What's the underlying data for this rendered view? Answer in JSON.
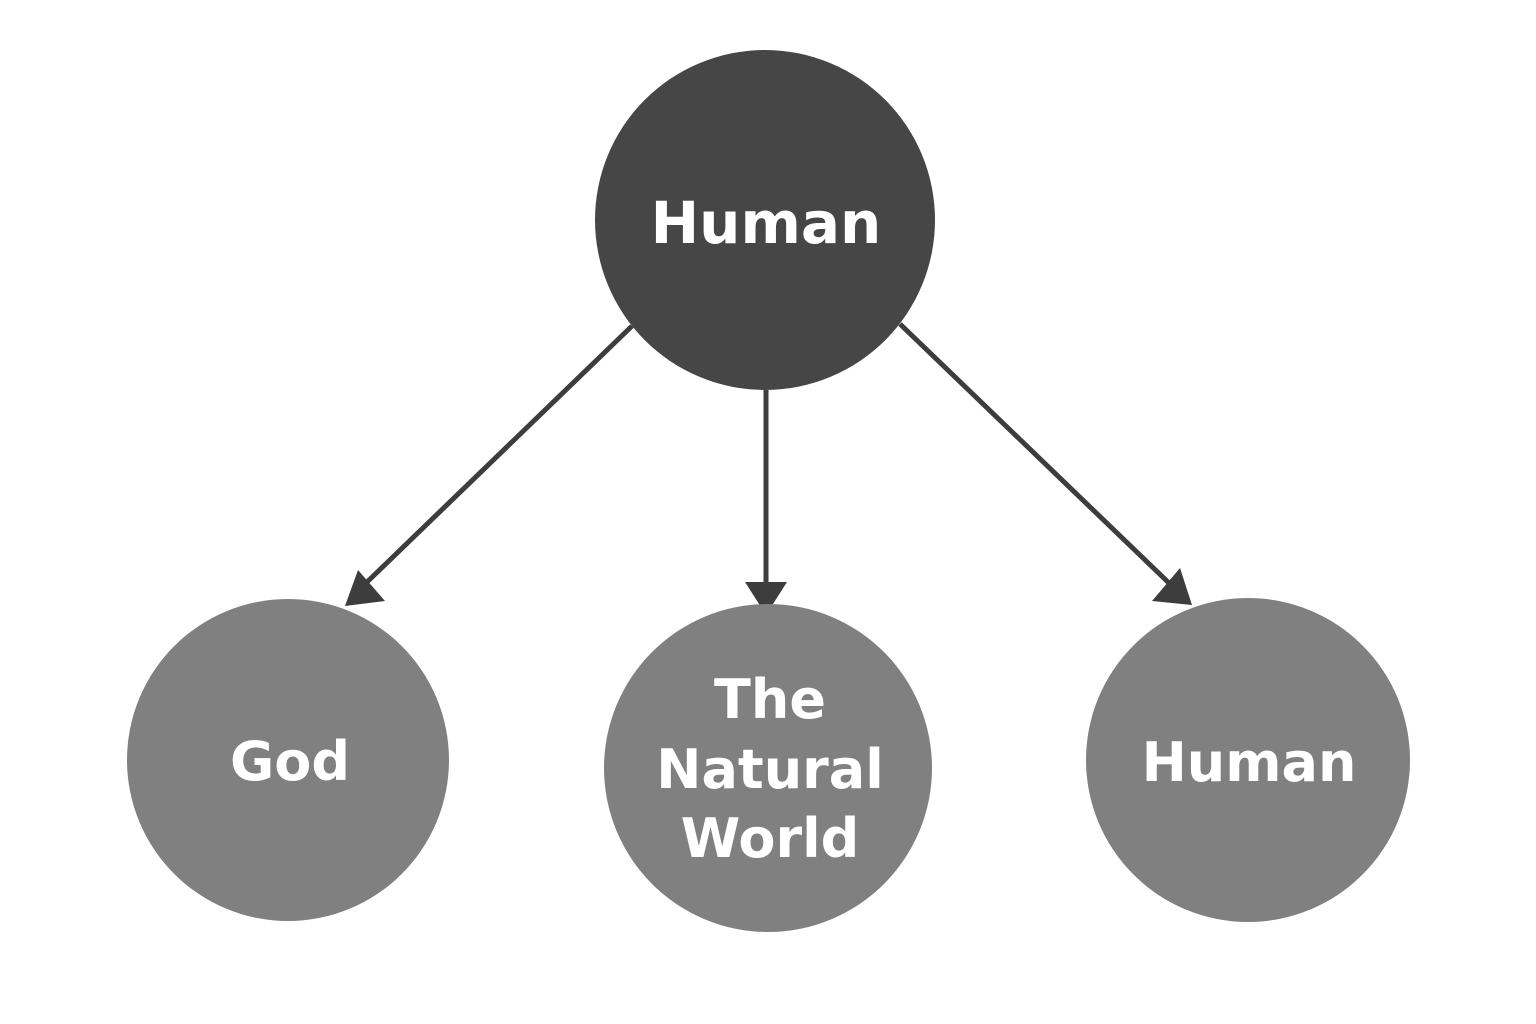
{
  "colors": {
    "root": "#464646",
    "child": "#808080",
    "edge": "#3d3d3d",
    "text": "#ffffff"
  },
  "nodes": {
    "root": {
      "label": "Human"
    },
    "god": {
      "label": "God"
    },
    "natural": {
      "lines": [
        "The",
        "Natural",
        "World"
      ]
    },
    "human2": {
      "label": "Human"
    }
  },
  "edges": [
    {
      "from": "Human",
      "to": "God"
    },
    {
      "from": "Human",
      "to": "The Natural World"
    },
    {
      "from": "Human",
      "to": "Human"
    }
  ]
}
